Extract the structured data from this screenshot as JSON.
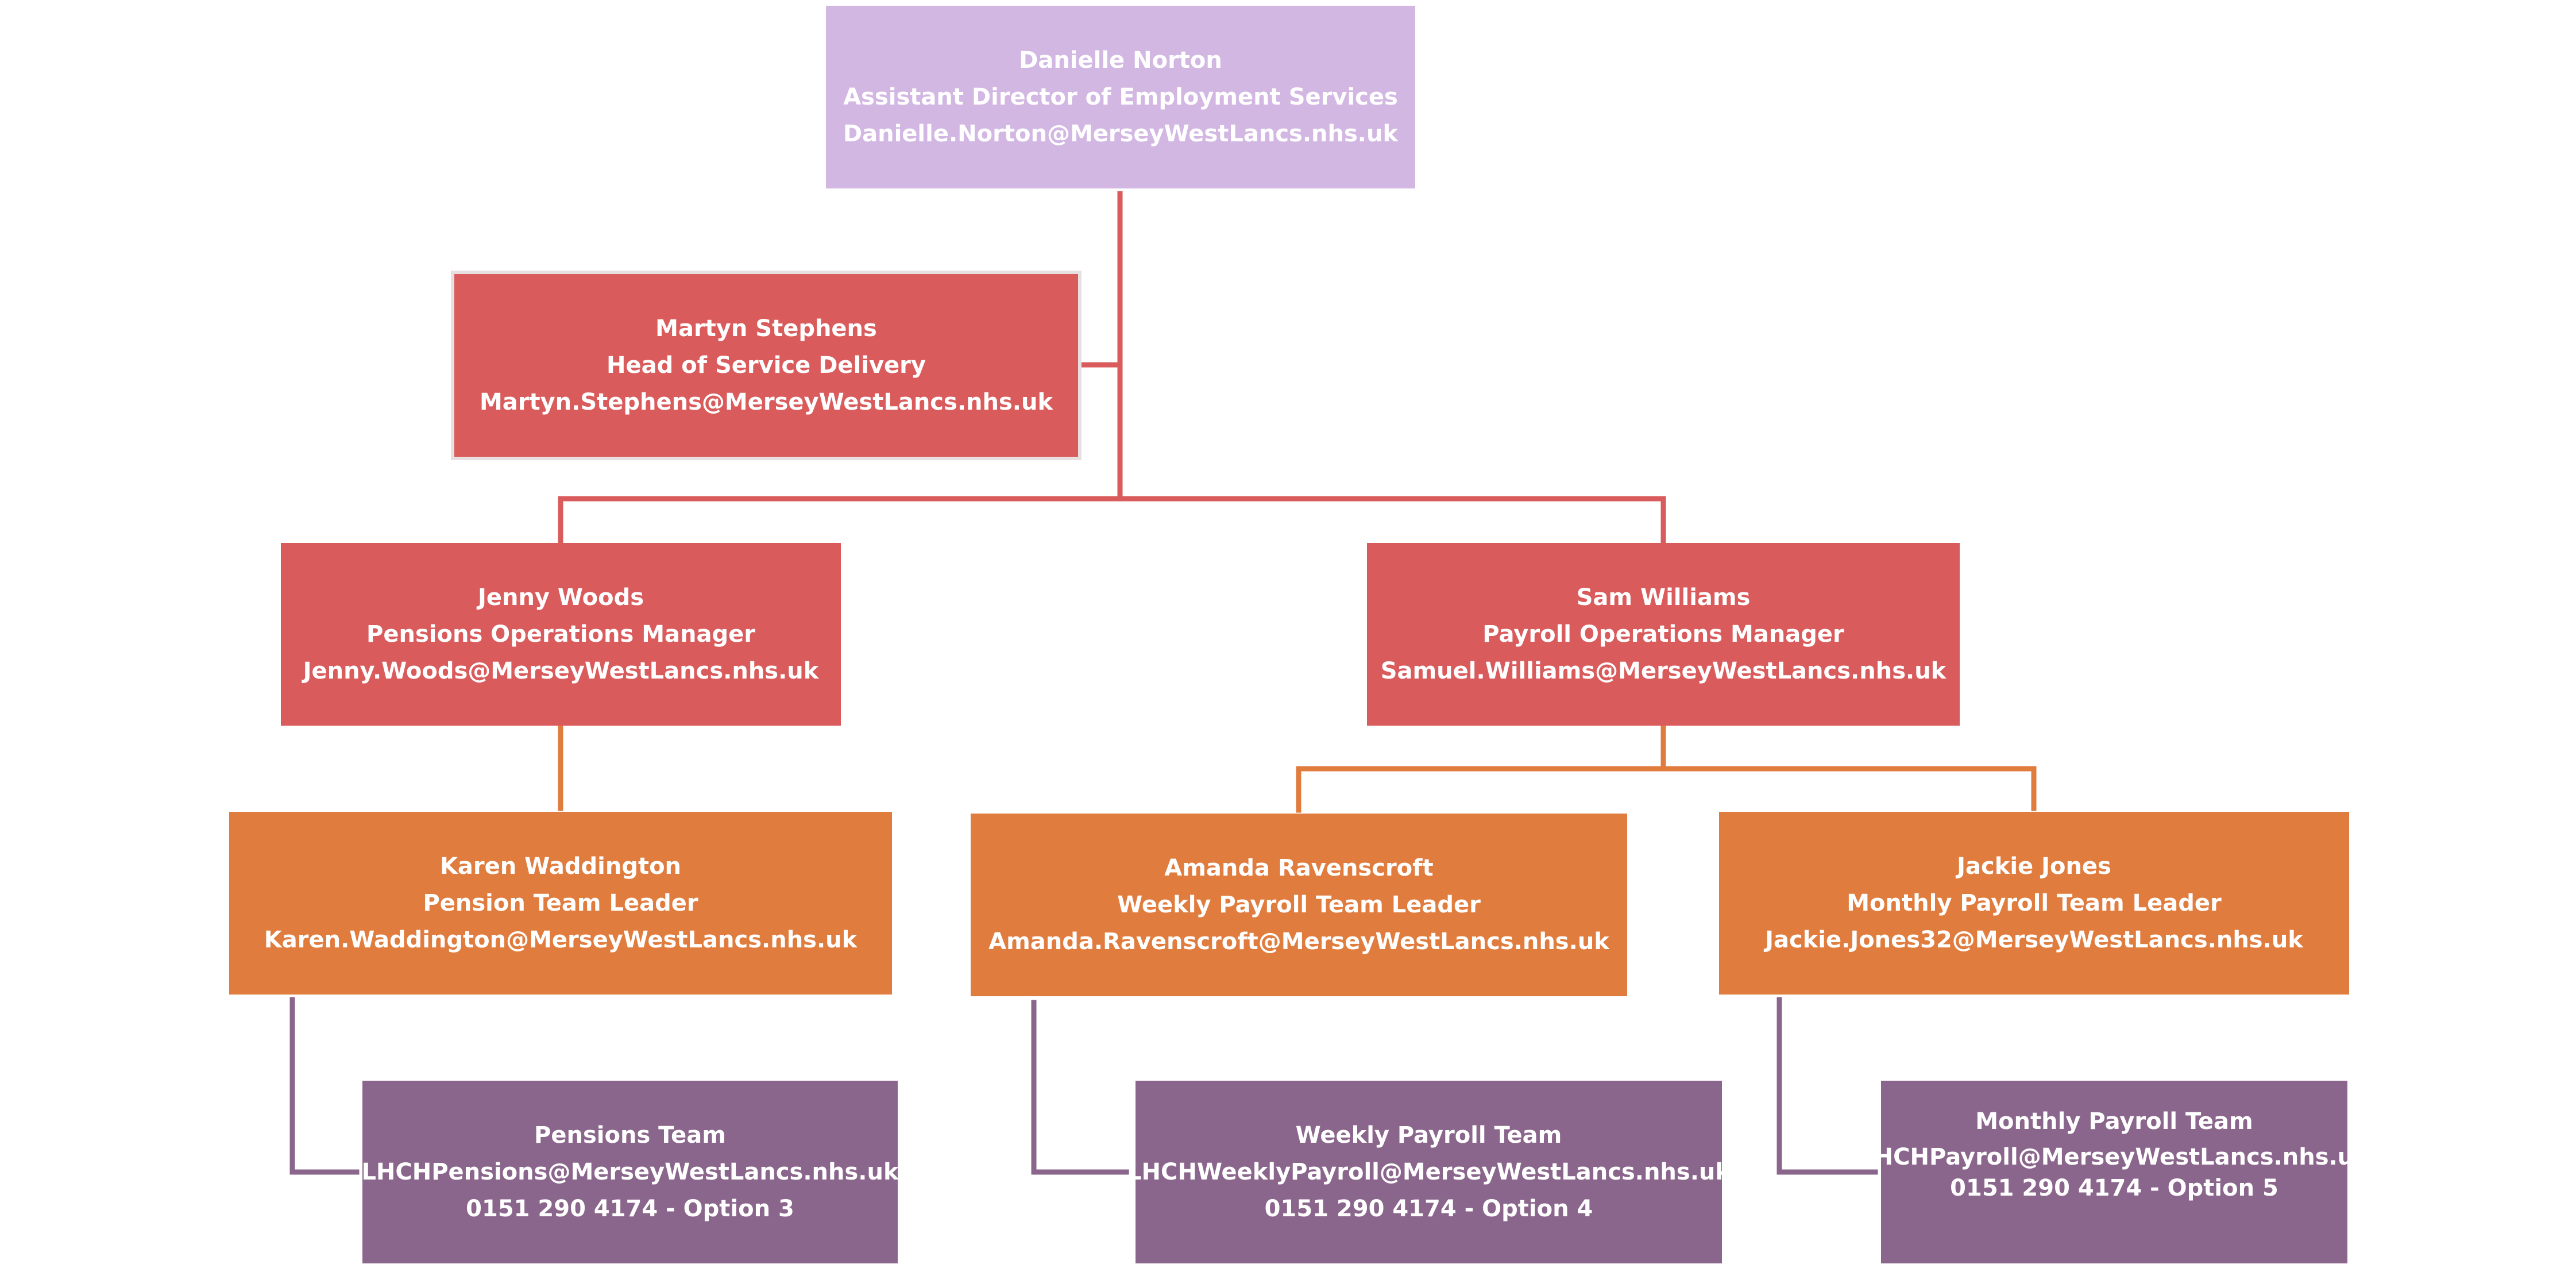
{
  "colors": {
    "director": "#d2b7e3",
    "manager": "#d95b5c",
    "team_leader": "#e07c3e",
    "team": "#8b668c",
    "connector_red": "#d95b5c",
    "connector_orange": "#e07c3e",
    "connector_purple": "#8b668c"
  },
  "director": {
    "name": "Danielle Norton",
    "role": "Assistant Director of Employment Services",
    "email": "Danielle.Norton@MerseyWestLancs.nhs.uk"
  },
  "head_of_service": {
    "name": "Martyn Stephens",
    "role": "Head of Service Delivery",
    "email": "Martyn.Stephens@MerseyWestLancs.nhs.uk"
  },
  "pensions_manager": {
    "name": "Jenny Woods",
    "role": "Pensions Operations Manager",
    "email": "Jenny.Woods@MerseyWestLancs.nhs.uk"
  },
  "payroll_manager": {
    "name": "Sam Williams",
    "role": "Payroll Operations Manager",
    "email": "Samuel.Williams@MerseyWestLancs.nhs.uk"
  },
  "pension_leader": {
    "name": "Karen Waddington",
    "role": "Pension Team Leader",
    "email": "Karen.Waddington@MerseyWestLancs.nhs.uk"
  },
  "weekly_leader": {
    "name": "Amanda Ravenscroft",
    "role": "Weekly Payroll Team Leader",
    "email": "Amanda.Ravenscroft@MerseyWestLancs.nhs.uk"
  },
  "monthly_leader": {
    "name": "Jackie Jones",
    "role": "Monthly Payroll Team Leader",
    "email": "Jackie.Jones32@MerseyWestLancs.nhs.uk"
  },
  "pensions_team": {
    "name": "Pensions Team",
    "email": "LHCHPensions@MerseyWestLancs.nhs.uk",
    "phone": "0151 290 4174 - Option 3"
  },
  "weekly_team": {
    "name": "Weekly Payroll Team",
    "email": "LHCHWeeklyPayroll@MerseyWestLancs.nhs.uk",
    "phone": "0151 290 4174 - Option 4"
  },
  "monthly_team": {
    "name": "Monthly Payroll Team",
    "email": "LHCHPayroll@MerseyWestLancs.nhs.uk",
    "phone": "0151 290 4174 - Option 5"
  }
}
